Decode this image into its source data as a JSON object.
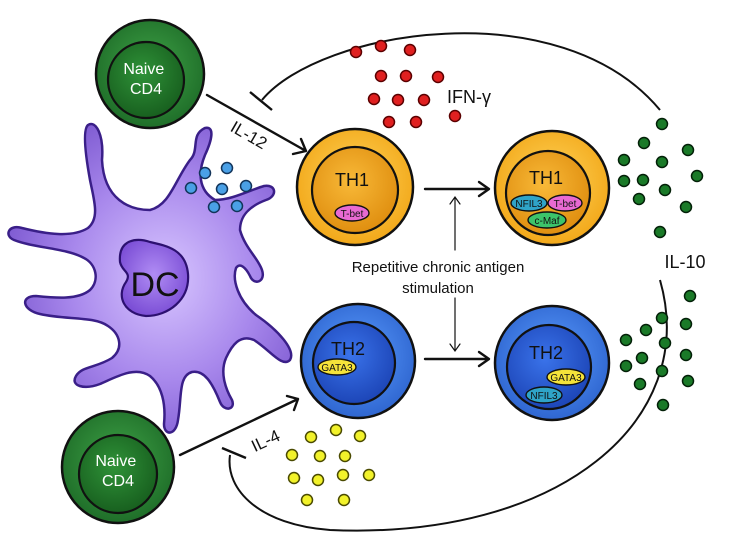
{
  "cells": {
    "naive_top": "Naive\nCD4",
    "naive_bottom": "Naive\nCD4",
    "dc": "DC",
    "th1_left": "TH1",
    "th1_right": "TH1",
    "th2_left": "TH2",
    "th2_right": "TH2"
  },
  "factors": {
    "tbet_left": "T-bet",
    "nfil3_th1": "NFIL3",
    "tbet_right": "T-bet",
    "cmaf": "c-Maf",
    "gata3_left": "GATA3",
    "gata3_right": "GATA3",
    "nfil3_th2": "NFIL3"
  },
  "cytokines": {
    "il12": "IL-12",
    "ifng": "IFN-γ",
    "il4": "IL-4",
    "il10": "IL-10"
  },
  "center_label": {
    "line1": "Repetitive chronic antigen",
    "line2": "stimulation"
  },
  "colors": {
    "ifng_dots": "#e02020",
    "il12_dots": "#3a8fd8",
    "il4_dots": "#f2f22a",
    "il10_dots": "#1a7a28",
    "th1_cell": "#f5b21e",
    "th2_cell": "#2f6fd6",
    "naive_cell": "#2e8b3a",
    "dc_cell": "#8a6ad0"
  }
}
